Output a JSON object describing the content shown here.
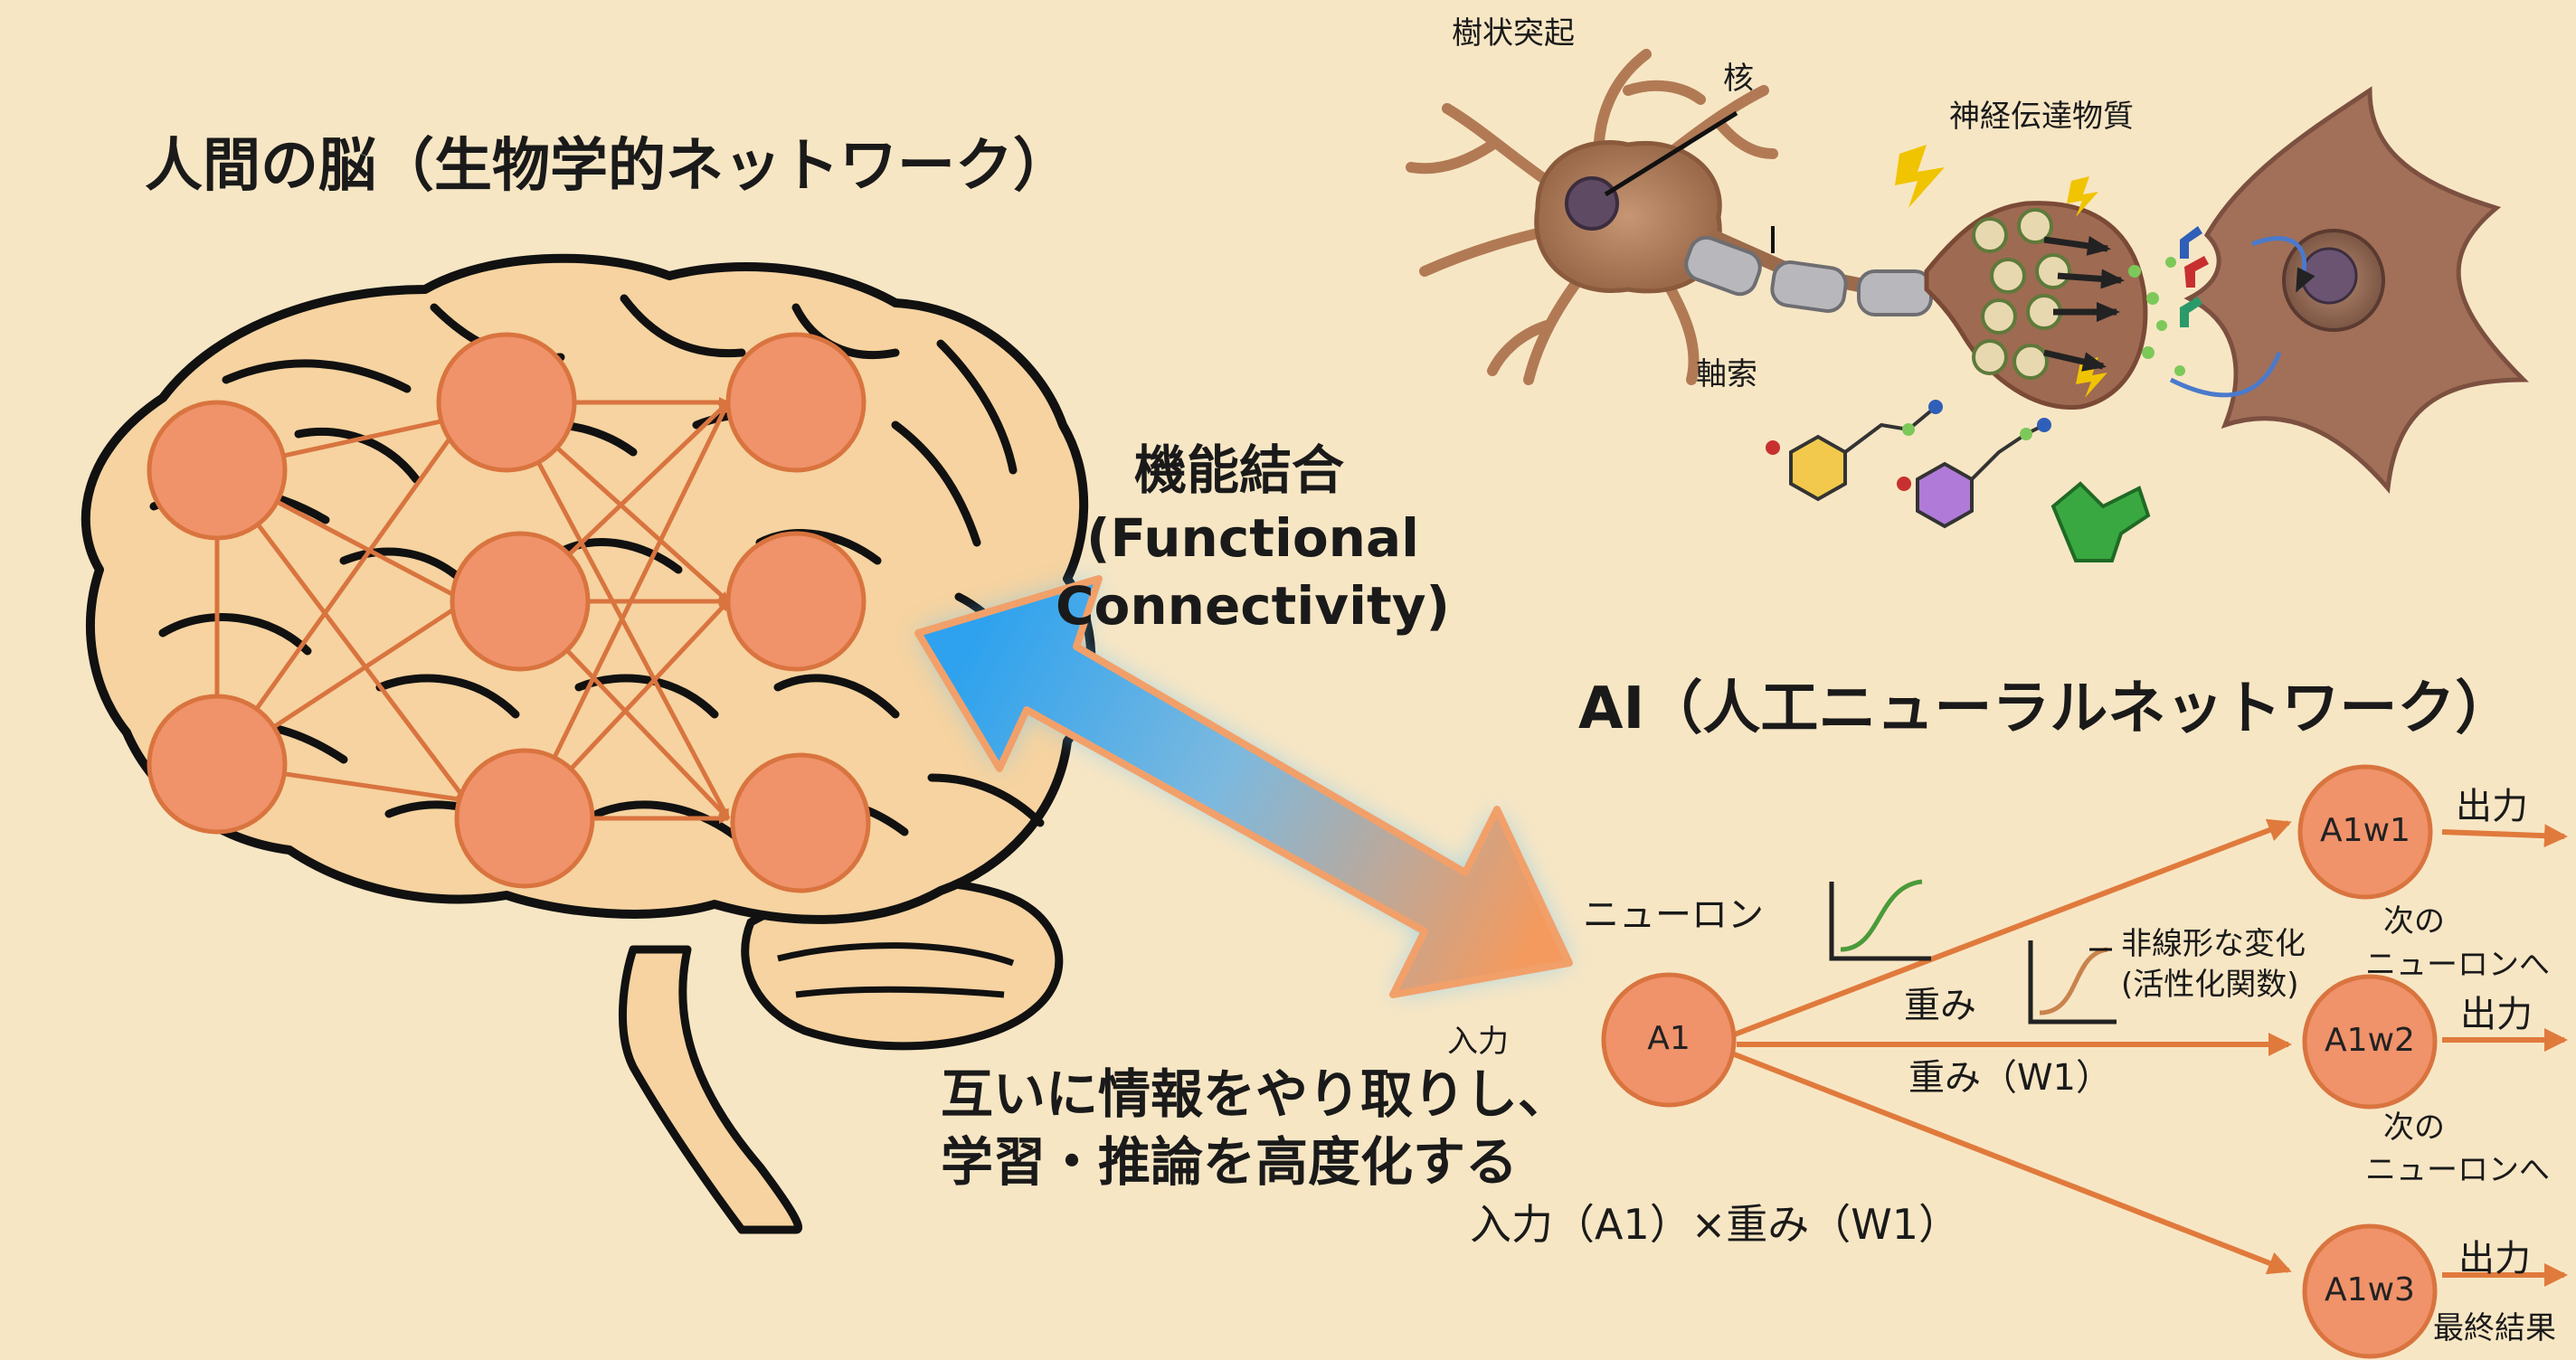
{
  "brain_title": "人間の脳（生物学的ネットワーク）",
  "ai_title": "AI（人工ニューラルネットワーク）",
  "connectivity": {
    "label_jp": "機能結合",
    "label_en_1": "(Functional",
    "label_en_2": "Connectivity)"
  },
  "exchange_text": {
    "line1": "互いに情報をやり取りし、",
    "line2": "学習・推論を高度化する"
  },
  "neuron_labels": {
    "dendrite": "樹状突起",
    "nucleus": "核",
    "axon": "軸索",
    "neurotransmitter": "神経伝達物質"
  },
  "ai_diagram": {
    "neuron_label": "ニューロン",
    "input_label": "入力",
    "input_node": "A1",
    "weight_label": "重み",
    "weight_w1_label": "重み（W1）",
    "nonlinear_1": "非線形な変化",
    "nonlinear_2": "(活性化関数)",
    "formula": "入力（A1）×重み（W1）",
    "outputs": [
      {
        "node": "A1w1",
        "out": "出力",
        "next1": "次の",
        "next2": "ニューロンへ"
      },
      {
        "node": "A1w2",
        "out": "出力",
        "next1": "次の",
        "next2": "ニューロンへ"
      },
      {
        "node": "A1w3",
        "out": "出力",
        "next1": "最終結果",
        "next2": ""
      }
    ]
  },
  "colors": {
    "background": "#f7e6c4",
    "node_fill": "#f0926a",
    "node_stroke": "#d9743f",
    "brain_fill": "#f6d3a0",
    "arrow_blue": "#3aa8ec",
    "arrow_orange": "#f2a06a",
    "curve_green": "#4a9a3a"
  },
  "icons": [
    "brain-illustration",
    "neuron-illustration",
    "synapse-illustration",
    "bidirectional-arrow-icon"
  ]
}
